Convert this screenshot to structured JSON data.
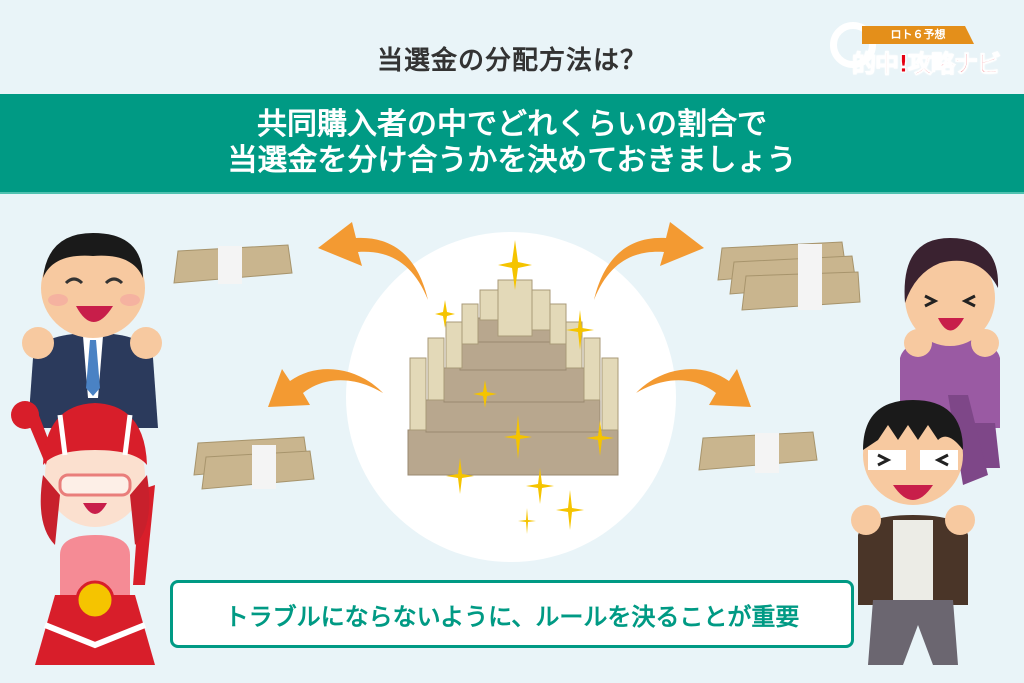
{
  "header": {
    "title": "当選金の分配方法は？"
  },
  "logo": {
    "tag": "ロト６予想",
    "name": "的中!攻略ナビ"
  },
  "banner": {
    "line1": "共同購入者の中でどれくらいの割合で",
    "line2": "当選金を分け合うかを決めておきましょう"
  },
  "callout": {
    "text": "トラブルにならないように、ルールを決ることが重要"
  },
  "colors": {
    "background": "#e9f4f8",
    "banner": "#009a84",
    "arrow": "#f39a32",
    "sparkle": "#f5c400",
    "money": "#c9b58e"
  },
  "illustrations": {
    "center": "money-pyramid",
    "recipients": [
      {
        "position": "top-left",
        "bundles": 1
      },
      {
        "position": "bottom-left",
        "bundles": 2
      },
      {
        "position": "top-right",
        "bundles": 3
      },
      {
        "position": "bottom-right",
        "bundles": 1
      }
    ],
    "people": [
      "businessman-cheering",
      "loto6-mascot-girl",
      "woman-cheering",
      "man-with-glasses-cheering"
    ]
  }
}
